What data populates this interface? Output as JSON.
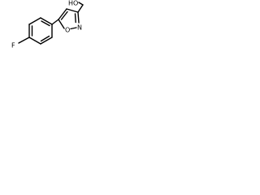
{
  "molecule": {
    "labels": {
      "fluorine": "F",
      "hydroxymethyl": "HO",
      "ring_oxygen": "O",
      "ring_nitrogen": "N"
    }
  }
}
